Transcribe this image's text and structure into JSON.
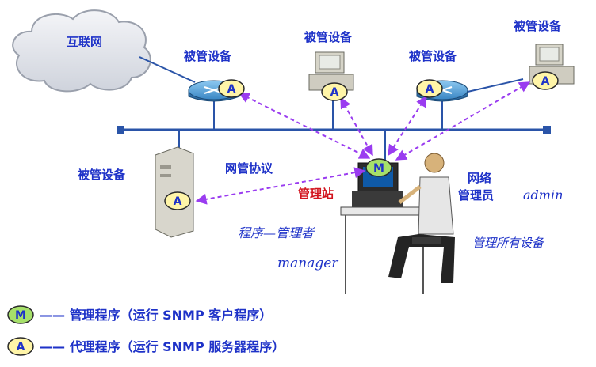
{
  "nodes": {
    "internet": "互联网",
    "managed_devices": [
      "被管设备",
      "被管设备",
      "被管设备",
      "被管设备",
      "被管设备"
    ],
    "management_station": "管理站",
    "network_admin": [
      "网络",
      "管理员"
    ],
    "protocol": "网管协议"
  },
  "badges": {
    "manager": "M",
    "agent": "A"
  },
  "annotations": {
    "admin": "admin",
    "program_manager": "程序—管理者",
    "manager": "manager",
    "manage_all": "管理所有设备"
  },
  "legend": [
    {
      "badge": "M",
      "text": "—— 管理程序（运行 SNMP 客户程序）"
    },
    {
      "badge": "A",
      "text": "—— 代理程序（运行 SNMP 服务器程序）"
    }
  ],
  "colors": {
    "bus": "#2a54a8",
    "protocol_arrow": "#9a3cf0",
    "label": "#1e32c8",
    "station_label": "#d2141e",
    "badge_fill": "#fff5a8",
    "badge_m_fill": "#a6e06a",
    "router_top": "#5aa6dc",
    "cloud": "#e4e6ec"
  }
}
